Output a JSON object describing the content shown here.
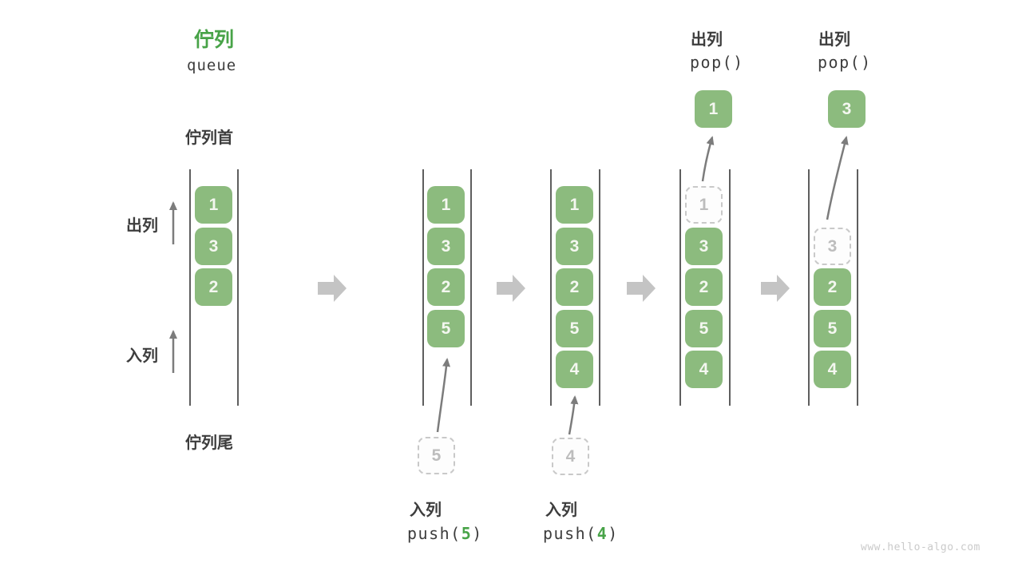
{
  "header": {
    "title_zh": "佇列",
    "title_en": "queue"
  },
  "side_labels": {
    "front": "佇列首",
    "dequeue": "出列",
    "enqueue": "入列",
    "rear": "佇列尾"
  },
  "pop_ops": [
    {
      "label": "出列",
      "code": "pop()"
    },
    {
      "label": "出列",
      "code": "pop()"
    }
  ],
  "push_ops": [
    {
      "label": "入列",
      "fn": "push(",
      "arg": "5",
      "close": ")"
    },
    {
      "label": "入列",
      "fn": "push(",
      "arg": "4",
      "close": ")"
    }
  ],
  "queues": {
    "state1": {
      "items": [
        "1",
        "3",
        "2"
      ]
    },
    "state2": {
      "items": [
        "1",
        "3",
        "2",
        "5"
      ],
      "incoming": "5"
    },
    "state3": {
      "items": [
        "1",
        "3",
        "2",
        "5",
        "4"
      ],
      "incoming": "4"
    },
    "state4": {
      "removed": "1",
      "items": [
        "3",
        "2",
        "5",
        "4"
      ],
      "popped": "1"
    },
    "state5": {
      "removed": "3",
      "items": [
        "2",
        "5",
        "4"
      ],
      "popped": "3"
    }
  },
  "watermark": "www.hello-algo.com",
  "colors": {
    "box_green": "#8cbb7e",
    "accent_green": "#48a348",
    "block_arrow_gray": "#c4c4c4",
    "thin_arrow_gray": "#7c7c7c",
    "wall_line_gray": "#5e5e5e",
    "text_dark": "#3d3d3d",
    "ghost_border_gray": "#c9c9c9",
    "ghost_text_gray": "#bdbdbd",
    "watermark_gray": "#cacaca"
  }
}
